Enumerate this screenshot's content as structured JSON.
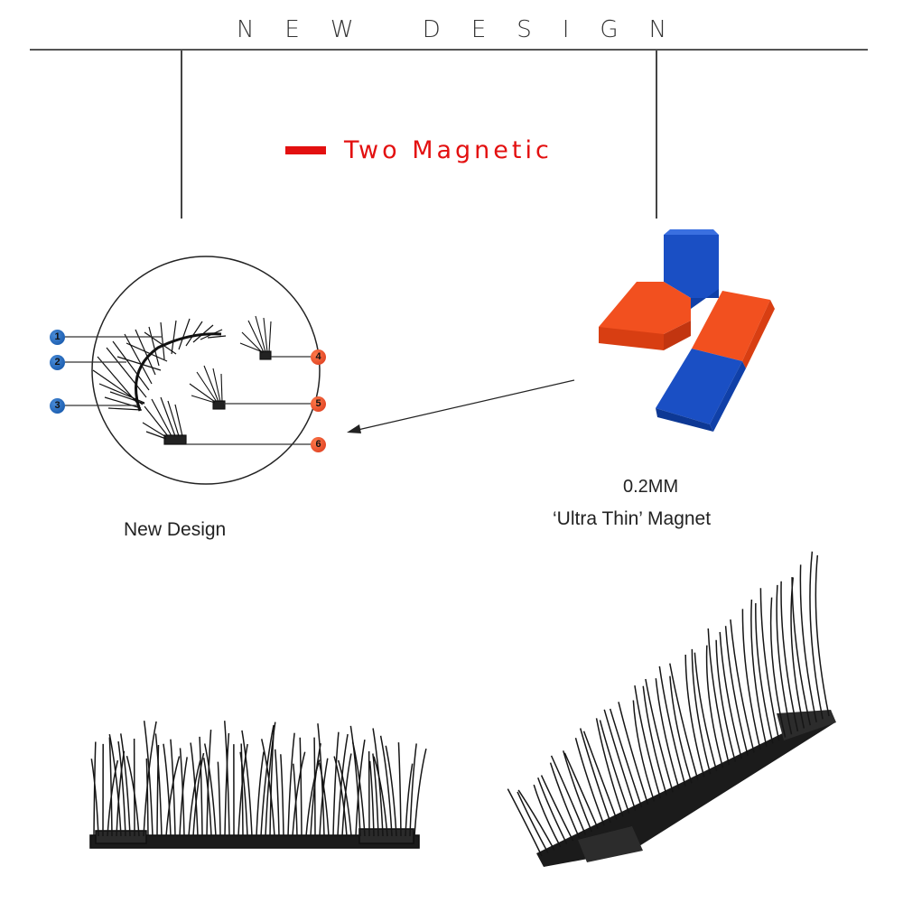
{
  "header": {
    "title": "NEW DESIGN"
  },
  "subtitle": {
    "text": "Two  Magnetic"
  },
  "diagram": {
    "callouts": [
      "1",
      "2",
      "3",
      "4",
      "5",
      "6"
    ],
    "caption": "New Design"
  },
  "magnet": {
    "thickness": "0.2MM",
    "caption": "‘Ultra Thin’ Magnet"
  },
  "colors": {
    "accent": "#e31010",
    "magnet_blue": "#1a4fc4",
    "magnet_orange": "#f2501f",
    "callout_blue": "#0d4fa3",
    "callout_red": "#d8351a"
  }
}
